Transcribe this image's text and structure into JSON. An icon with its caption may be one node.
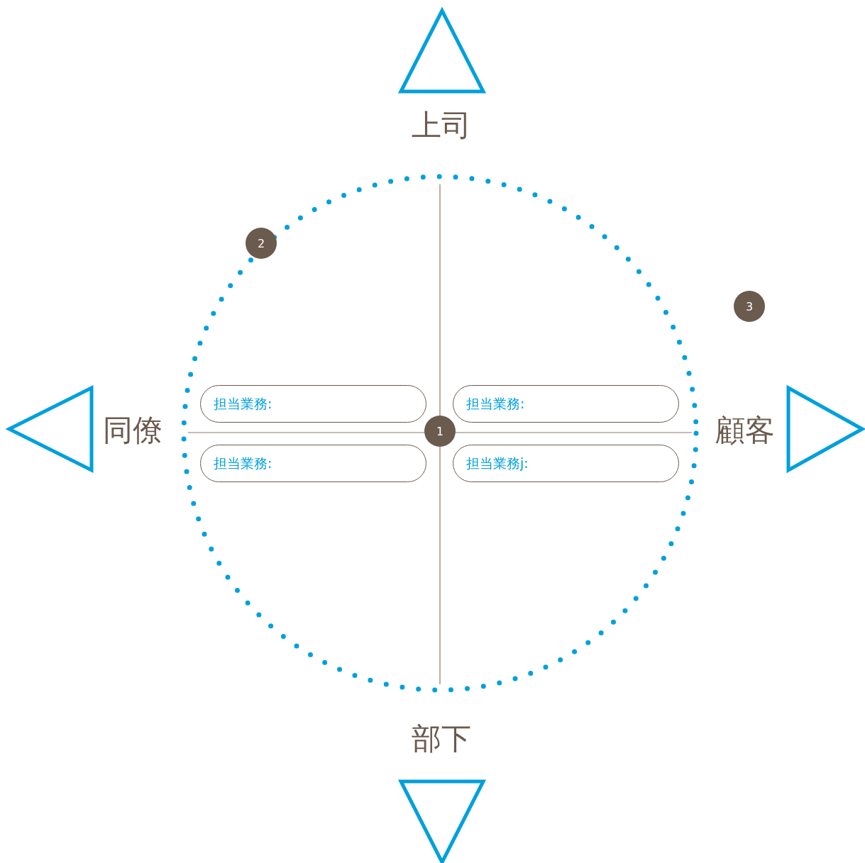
{
  "diagram": {
    "nodes": [
      {
        "text": [],
        "shape": "circle"
      },
      {
        "text": [
          "担当業務:"
        ],
        "in": 0
      },
      {
        "text": [
          "担当業務:"
        ],
        "in": 0
      },
      {
        "text": [
          "担当業務:"
        ],
        "in": 0
      },
      {
        "text": [
          "担当業務j:"
        ],
        "in": 0
      },
      {
        "text": [
          "1"
        ],
        "in": 0
      },
      {
        "text": [
          "2"
        ]
      },
      {
        "text": [
          "3"
        ]
      },
      {
        "text": [],
        "shape": "triangle",
        "beside": [
          "上司"
        ]
      },
      {
        "text": [],
        "shape": "triangle",
        "beside": [
          "同僚"
        ]
      },
      {
        "text": [],
        "shape": "triangle",
        "beside": [
          "顧客"
        ]
      },
      {
        "text": [],
        "shape": "triangle",
        "beside": [
          "部下"
        ]
      }
    ],
    "edges": []
  }
}
